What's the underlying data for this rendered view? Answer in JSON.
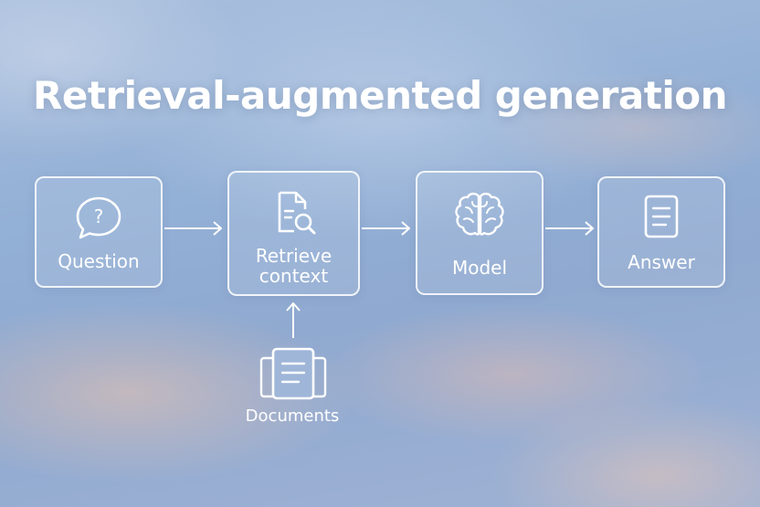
{
  "title": "Retrieval-augmented generation",
  "nodes": {
    "question": {
      "label": "Question",
      "icon": "speech-bubble-question-icon"
    },
    "retrieve": {
      "label_line1": "Retrieve",
      "label_line2": "context",
      "icon": "document-search-icon"
    },
    "model": {
      "label": "Model",
      "icon": "brain-icon"
    },
    "answer": {
      "label": "Answer",
      "icon": "document-lines-icon"
    }
  },
  "documents": {
    "label": "Documents",
    "icon": "stacked-documents-icon"
  },
  "colors": {
    "stroke": "#ffffff",
    "sky_top": "#a9bfdd",
    "sky_bottom": "#9fb2d4",
    "cloud_glow": "#ecc4b0"
  }
}
